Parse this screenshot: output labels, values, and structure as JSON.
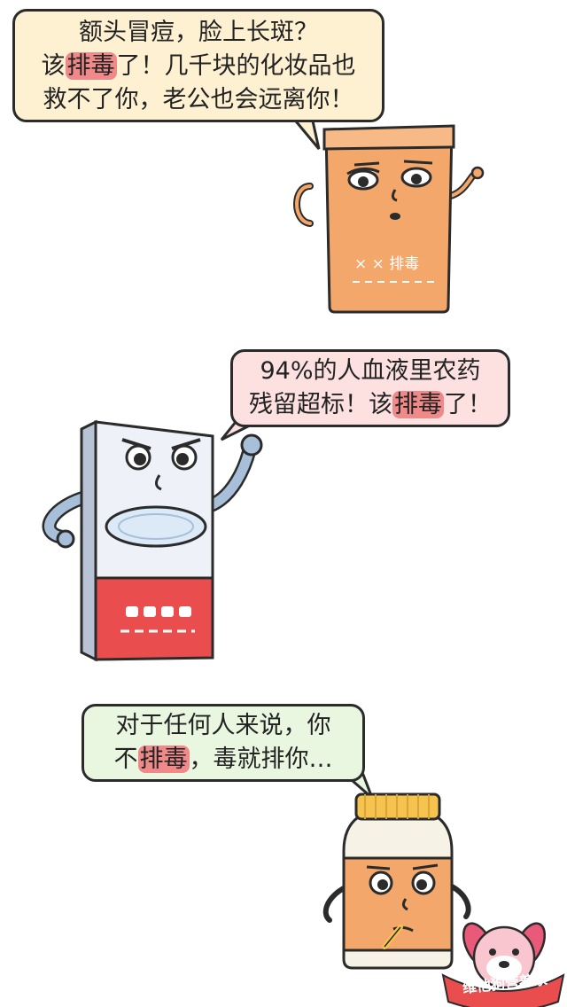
{
  "panel1": {
    "line1": "额头冒痘，脸上长斑？",
    "line2_pre": "该",
    "line2_hl": "排毒",
    "line2_post": "了！几千块的化妆品也",
    "line3": "救不了你，老公也会远离你！",
    "product_label": "× × 排毒",
    "colors": {
      "bubble": "#fdf1d2",
      "product": "#f3a76a"
    }
  },
  "panel2": {
    "line1": "94%的人血液里农药",
    "line2_pre": "残留超标！该",
    "line2_hl": "排毒",
    "line2_post": "了！",
    "colors": {
      "bubble": "#fde1e1",
      "box_bottom": "#e94d4d"
    }
  },
  "panel3": {
    "line1": "对于任何人来说，你",
    "line2_pre": "不",
    "line2_hl": "排毒",
    "line2_post": "，毒就排你…",
    "colors": {
      "bubble": "#e9f7e1",
      "bottle": "#f3a76a",
      "cap": "#f6c34e"
    }
  },
  "watermark": {
    "text": "维他狗营养家"
  }
}
